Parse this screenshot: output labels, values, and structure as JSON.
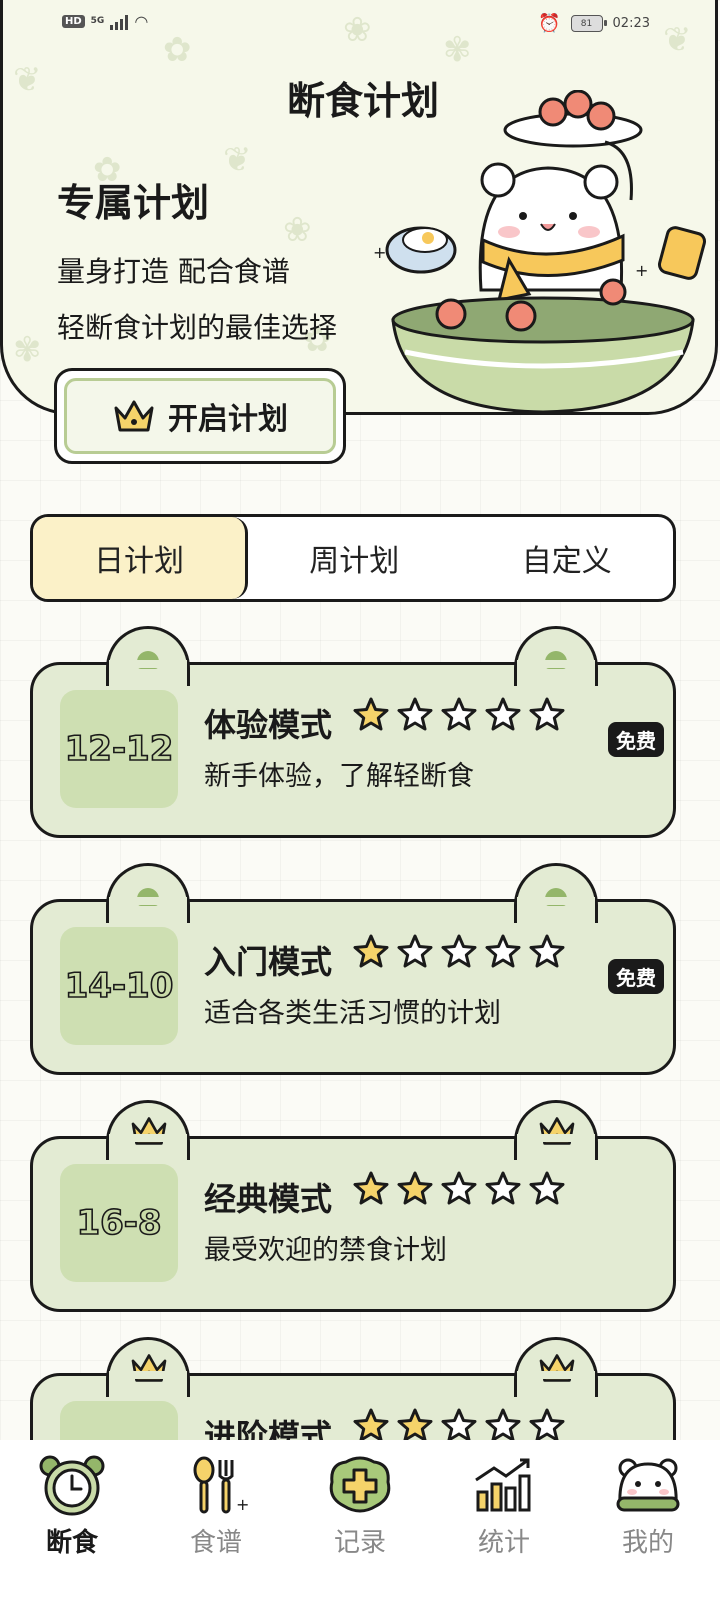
{
  "status_bar": {
    "hd": "HD",
    "network": "5G",
    "battery": "81",
    "time": "02:23"
  },
  "header": {
    "title": "断食计划",
    "subtitle": "专属计划",
    "tagline_1": "量身打造 配合食谱",
    "tagline_2": "轻断食计划的最佳选择",
    "start_button_label": "开启计划"
  },
  "tabs": [
    {
      "label": "日计划",
      "active": true
    },
    {
      "label": "周计划",
      "active": false
    },
    {
      "label": "自定义",
      "active": false
    }
  ],
  "plans": [
    {
      "ratio": "12-12",
      "name": "体验模式",
      "desc": "新手体验，了解轻断食",
      "stars_filled": 1,
      "stars_total": 5,
      "badge": "免费",
      "premium": false
    },
    {
      "ratio": "14-10",
      "name": "入门模式",
      "desc": "适合各类生活习惯的计划",
      "stars_filled": 1,
      "stars_total": 5,
      "badge": "免费",
      "premium": false
    },
    {
      "ratio": "16-8",
      "name": "经典模式",
      "desc": "最受欢迎的禁食计划",
      "stars_filled": 2,
      "stars_total": 5,
      "badge": "",
      "premium": true
    },
    {
      "ratio": "",
      "name": "进阶模式",
      "desc": "",
      "stars_filled": 2,
      "stars_total": 5,
      "badge": "",
      "premium": true
    }
  ],
  "bottom_nav": [
    {
      "label": "断食",
      "icon": "alarm-clock-icon",
      "active": true
    },
    {
      "label": "食谱",
      "icon": "utensils-icon",
      "active": false
    },
    {
      "label": "记录",
      "icon": "plus-cross-icon",
      "active": false
    },
    {
      "label": "统计",
      "icon": "bar-chart-icon",
      "active": false
    },
    {
      "label": "我的",
      "icon": "bear-avatar-icon",
      "active": false
    }
  ],
  "colors": {
    "card_bg": "#e3ebd3",
    "accent_green": "#94b66a",
    "star_yellow": "#f5d36a",
    "active_tab": "#fbf1c8"
  }
}
